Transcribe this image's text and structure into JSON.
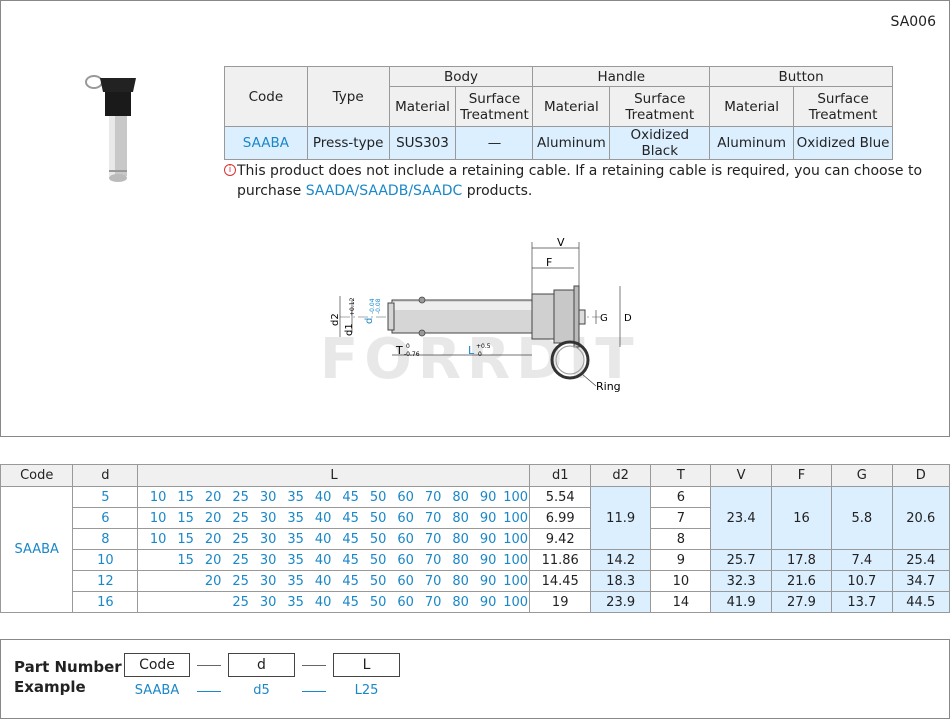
{
  "page_code": "SA006",
  "spec_table": {
    "headers": {
      "code": "Code",
      "type": "Type",
      "body": "Body",
      "handle": "Handle",
      "button": "Button",
      "material": "Material",
      "surface_treatment": "Surface Treatment"
    },
    "row": {
      "code": "SAABA",
      "type": "Press-type",
      "body_material": "SUS303",
      "body_surface": "—",
      "handle_material": "Aluminum",
      "handle_surface": "Oxidized Black",
      "button_material": "Aluminum",
      "button_surface": "Oxidized Blue"
    }
  },
  "notice": {
    "icon": "info-icon",
    "text_line1": "This product does not include a retaining cable. If a retaining cable is required, you can choose to",
    "text_line2_prefix": "purchase ",
    "text_link": "SAADA/SAADB/SAADC",
    "text_line2_suffix": " products."
  },
  "drawing": {
    "labels": {
      "V": "V",
      "F": "F",
      "G": "G",
      "D": "D",
      "d2": "d2",
      "d1": "d1",
      "d1_tol_up": "+0.12",
      "d1_tol_low": "0",
      "d": "d",
      "d_tol_up": "-0.04",
      "d_tol_low": "-0.08",
      "T": "T",
      "T_tol_up": "0",
      "T_tol_low": "-0.76",
      "L": "L",
      "L_tol_up": "+0.5",
      "L_tol_low": "0",
      "ring": "Ring"
    },
    "watermark": "FORRDIT"
  },
  "dim_table": {
    "headers": {
      "code": "Code",
      "d": "d",
      "L": "L",
      "d1": "d1",
      "d2": "d2",
      "T": "T",
      "V": "V",
      "F": "F",
      "G": "G",
      "D": "D"
    },
    "code": "SAABA",
    "rows": [
      {
        "d": "5",
        "L": [
          "10",
          "15",
          "20",
          "25",
          "30",
          "35",
          "40",
          "45",
          "50",
          "60",
          "70",
          "80",
          "90",
          "100"
        ],
        "d1": "5.54",
        "T": "6"
      },
      {
        "d": "6",
        "L": [
          "10",
          "15",
          "20",
          "25",
          "30",
          "35",
          "40",
          "45",
          "50",
          "60",
          "70",
          "80",
          "90",
          "100"
        ],
        "d1": "6.99",
        "T": "7"
      },
      {
        "d": "8",
        "L": [
          "10",
          "15",
          "20",
          "25",
          "30",
          "35",
          "40",
          "45",
          "50",
          "60",
          "70",
          "80",
          "90",
          "100"
        ],
        "d1": "9.42",
        "T": "8"
      },
      {
        "d": "10",
        "L": [
          "",
          "15",
          "20",
          "25",
          "30",
          "35",
          "40",
          "45",
          "50",
          "60",
          "70",
          "80",
          "90",
          "100"
        ],
        "d1": "11.86",
        "d2": "14.2",
        "T": "9",
        "V": "25.7",
        "F": "17.8",
        "G": "7.4",
        "D": "25.4"
      },
      {
        "d": "12",
        "L": [
          "",
          "",
          "20",
          "25",
          "30",
          "35",
          "40",
          "45",
          "50",
          "60",
          "70",
          "80",
          "90",
          "100"
        ],
        "d1": "14.45",
        "d2": "18.3",
        "T": "10",
        "V": "32.3",
        "F": "21.6",
        "G": "10.7",
        "D": "34.7"
      },
      {
        "d": "16",
        "L": [
          "",
          "",
          "",
          "25",
          "30",
          "35",
          "40",
          "45",
          "50",
          "60",
          "70",
          "80",
          "90",
          "100"
        ],
        "d1": "19",
        "d2": "23.9",
        "T": "14",
        "V": "41.9",
        "F": "27.9",
        "G": "13.7",
        "D": "44.5"
      }
    ],
    "merged_first3": {
      "d2": "11.9",
      "V": "23.4",
      "F": "16",
      "G": "5.8",
      "D": "20.6"
    }
  },
  "part_number": {
    "title_line1": "Part Number",
    "title_line2": "Example",
    "boxes": [
      "Code",
      "d",
      "L"
    ],
    "examples": [
      "SAABA",
      "d5",
      "L25"
    ]
  }
}
